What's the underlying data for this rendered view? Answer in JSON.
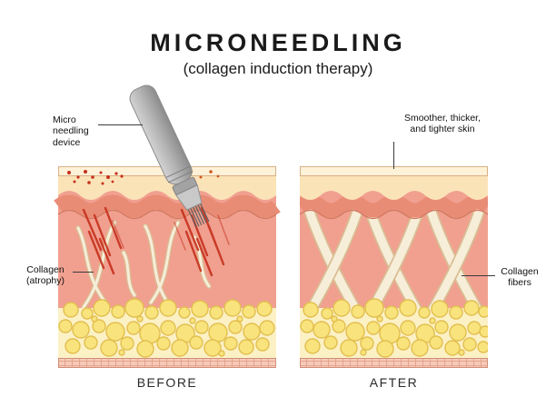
{
  "header": {
    "title": "MICRONEEDLING",
    "subtitle": "(collagen induction therapy)"
  },
  "annotations": {
    "device_label": "Micro\nneedling\ndevice",
    "after_skin_label": "Smoother, thicker,\nand tighter skin",
    "before_collagen_label": "Collagen\n(atrophy)",
    "after_collagen_label": "Collagen\nfibers"
  },
  "captions": {
    "before": "BEFORE",
    "after": "AFTER"
  },
  "colors": {
    "background": "#ffffff",
    "text": "#1a1a1a",
    "stratum": "#fdf1d8",
    "epidermis": "#fbe3b8",
    "papillary": "#e98c76",
    "papillary_line": "#cf7a60",
    "dermis": "#f1a090",
    "collagen_fill": "#f7eed9",
    "collagen_outline": "#d9bd93",
    "injury_red": "#c5301c",
    "entry_dots": "#cc5a1e",
    "fat_bg": "#fcf1c5",
    "fat_cell": "#f9e37d",
    "fat_outline": "#e2bf4f",
    "basal_strip": "#f7cab8",
    "device_body": "#b7b7b7",
    "pointer_line": "#3a3a3a"
  }
}
